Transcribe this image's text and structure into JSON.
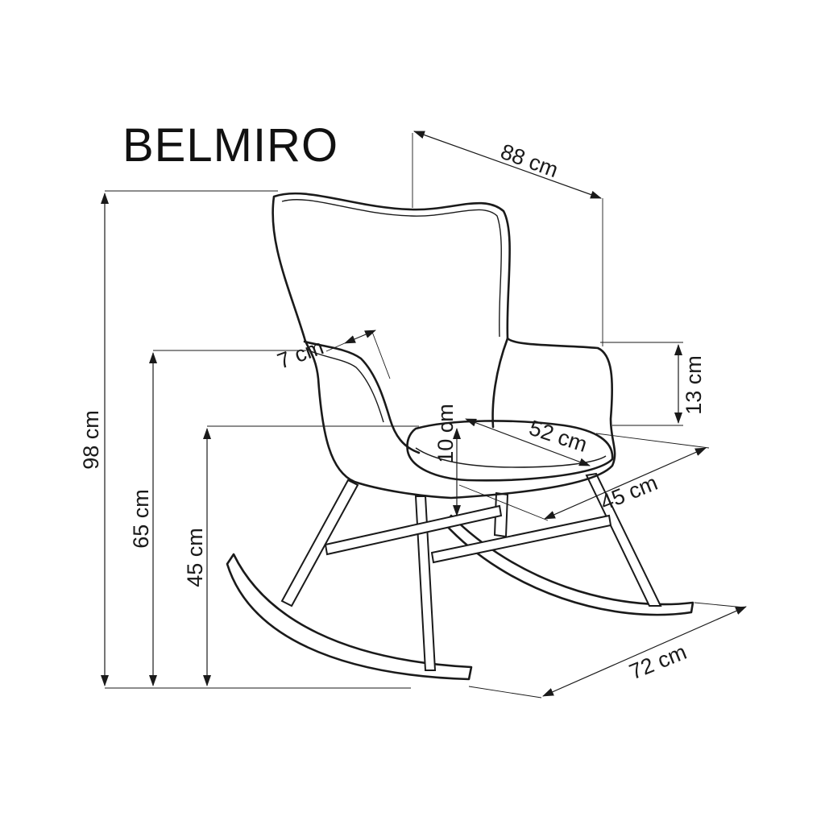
{
  "title": "BELMIRO",
  "dimensions": {
    "total_height": "98 cm",
    "armrest_height": "65 cm",
    "seat_height": "45 cm",
    "width": "88 cm",
    "depth": "72 cm",
    "seat_width": "52 cm",
    "seat_depth": "45 cm",
    "armrest_above_seat": "13 cm",
    "cushion_thickness": "10 cm",
    "armrest_width": "7 cm"
  },
  "colors": {
    "line": "#1a1a1a",
    "background": "#ffffff"
  }
}
